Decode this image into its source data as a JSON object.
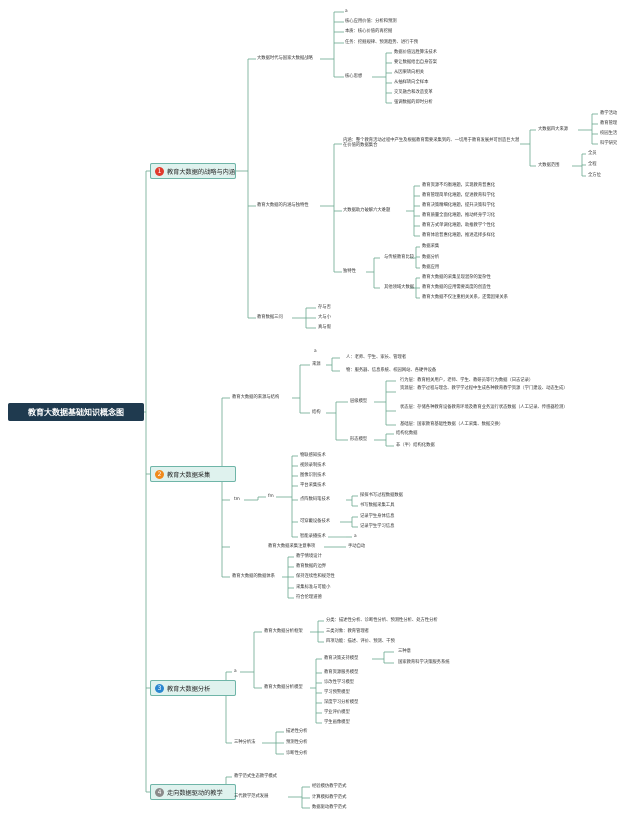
{
  "root": "教育大数据基础知识概念图",
  "branches": [
    {
      "number": "1",
      "label": "教育大数据的战略与内涵",
      "color": "#e03a2e"
    },
    {
      "number": "2",
      "label": "教育大数据采集",
      "color": "#f08a1c"
    },
    {
      "number": "3",
      "label": "教育大数据分析",
      "color": "#2a86d0"
    },
    {
      "number": "4",
      "label": "走向数据驱动的教学",
      "color": "#8a8a8a"
    }
  ],
  "b1": {
    "s1": "大数据时代与国家大数据战略",
    "s1_items": [
      "a",
      "核心应用价值：分析和预测",
      "本质：核心价值的再挖掘",
      "任务：挖掘规律、预测趋势、进行干预",
      "核心思想"
    ],
    "core_ideas": [
      "数据价值远胜算法技术",
      "要让数据给出自身答案",
      "从因果转向相关",
      "从抽样转向全样本",
      "交叉融合和改造变革",
      "强调数据的即时分析"
    ],
    "s2": "教育大数据的内涵与独特性",
    "meaning": "内涵：整个教育活动过程中产生及根据教育需要采集到的、一切用于教育发展并可创造巨大潜在价值的数据集合",
    "source_label": "大数据四大来源",
    "sources": [
      "教学活动",
      "教育管理",
      "校园生活",
      "科学研究"
    ],
    "range_label": "大数据范围",
    "ranges": [
      "全员",
      "全程",
      "全方位"
    ],
    "six_label": "大数据助力破解六大难题",
    "six": [
      "教育资源不均衡难题，实现教育普惠化",
      "教育管理简单化难题，促进教育科学化",
      "教育决策精细化难题，提升决策科学化",
      "教育质量全面化难题，推动终身学习化",
      "教育方式单调化难题，助推教学个性化",
      "教育体验普惠化难题，推进选择多样化"
    ],
    "unique_label": "独特性",
    "unique_sub1": "与传统教育比较",
    "unique_sub1_items": [
      "数据采集",
      "数据分析",
      "数据应用"
    ],
    "unique_sub2": "其他领域大数据",
    "unique_sub2_items": [
      "教育大数据的采集呈现混杂的复杂性",
      "教育大数据的应用需要高度的创造性",
      "教育大数据不仅注重相关关系，还需因果关系"
    ],
    "s3": "教育数据三问",
    "three": [
      "存与否",
      "大与小",
      "真与假"
    ]
  },
  "b2": {
    "s1": "教育大数据的来源与结构",
    "source_label": "来源",
    "source_a": "a",
    "sources": [
      "人：老师、学生、家长、管理者",
      "物：服务器、信息系统、校园网站、各硬件设备"
    ],
    "struct_label": "结构",
    "layer_label": "层级模型",
    "layers": [
      "行为层：教育相关用户，老师、学生、教研员等行为数据（日志记录）",
      "资源层：教学过程与理念、教学学过程中生成各种教育教学资源（学门建设、动态生成）",
      "状态层：存储各种教育设备教育环境及教育业务运行状态数据（人工记录、传感器检测）",
      "基础层：国家教育基础性数据（人工采集、数据交换）"
    ],
    "form_label": "形态模型",
    "forms": [
      "结构化数据",
      "非（半）结构化数据"
    ],
    "s2": "tm",
    "s2_sub": "fm",
    "tech": [
      "物联感知技术",
      "视频录制技术",
      "图像识别技术",
      "平台采集技术"
    ],
    "collect_label": "点阵数码笔技术",
    "collect_items": [
      "探探书写过程数据数据",
      "书写数据采集工具"
    ],
    "wear_label": "可穿戴设备技术",
    "wear_items": [
      "记录学生身体信息",
      "记录学生学习信息"
    ],
    "smart_label": "智能录播技术",
    "smart_a": "a",
    "s3": "教育大数据采集注意事项",
    "s3_item": "手动自动",
    "s4": "教育大数据的数据体系",
    "system": [
      "教学情境设计",
      "教育数据的边界",
      "保持连续性和规范性",
      "采集标准与可能小",
      "符合伦理道德"
    ]
  },
  "b3": {
    "a": "a",
    "s1": "教育大数据分析框架",
    "s1_items": [
      "分类：描述性分析、诊断性分析、预测性分析、处方性分析",
      "三类对象：教育管理者",
      "四项功能：描述、评价、预测、干预"
    ],
    "s2": "教育大数据分析模型",
    "model_label": "教育决策支持模型",
    "model_items": [
      "三种意",
      "国家教育科学决策服务系统"
    ],
    "models": [
      "教育资源服务模型",
      "诊改性学习模型",
      "学习预警模型",
      "深度学习分析模型",
      "学业评价模型",
      "学生画像模型"
    ],
    "s3": "三种分析法",
    "methods": [
      "描述性分析",
      "预测性分析",
      "诊断性分析"
    ]
  },
  "b4": {
    "s1": "教学范式生态教学模式",
    "s2": "三代教学范式发展",
    "gens": [
      "经验模仿教学范式",
      "计算模拟教学范式",
      "数据驱动教学范式"
    ]
  }
}
